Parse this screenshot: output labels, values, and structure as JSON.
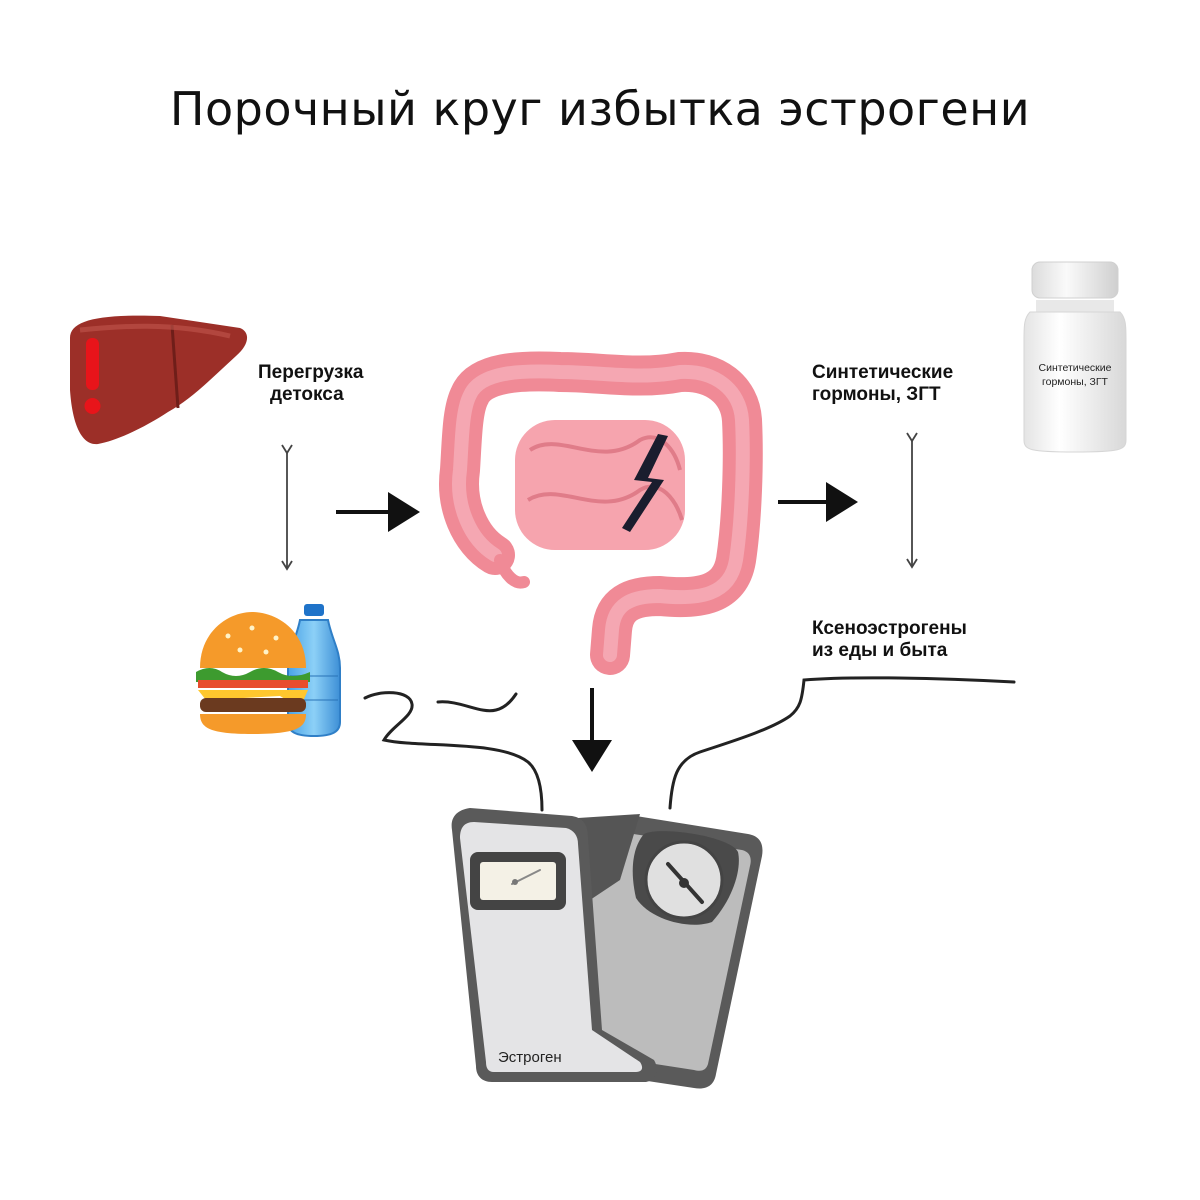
{
  "title": "Порочный круг избытка эстрогени",
  "labels": {
    "detox_line1": "Перегрузка",
    "detox_line2": "детокса",
    "hormones_line1": "Синтетические",
    "hormones_line2": "гормоны, ЗГТ",
    "xeno_line1": "Ксеноэстрогены",
    "xeno_line2": "из еды и быта"
  },
  "bottle_label": {
    "line1": "Синтетические",
    "line2": "гормоны, ЗГТ"
  },
  "scale_label": "Эстроген",
  "icons": {
    "liver": "liver-warning-icon",
    "food": "burger-bottle-icon",
    "gut": "intestine-icon",
    "bottle": "pill-bottle-icon",
    "scales": "scales-icon"
  },
  "colors": {
    "liver": "#9c2f28",
    "warning": "#e8141a",
    "intestine": "#f08a96",
    "arrow": "#111111"
  }
}
